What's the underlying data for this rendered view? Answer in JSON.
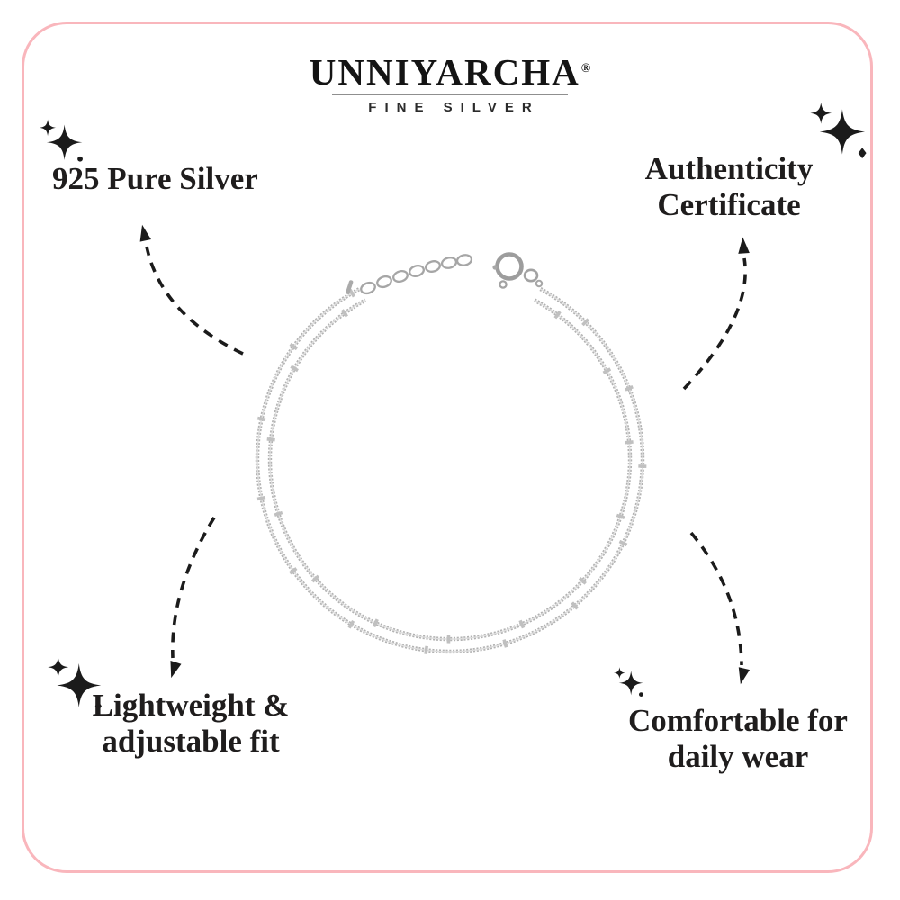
{
  "brand": {
    "name": "UNNIYARCHA",
    "registered_mark": "®",
    "tagline": "FINE SILVER"
  },
  "features": [
    {
      "name": "pure-silver",
      "position": "top-left",
      "lines": [
        "925 Pure Silver"
      ]
    },
    {
      "name": "authenticity-certificate",
      "position": "top-right",
      "lines": [
        "Authenticity",
        "Certificate"
      ]
    },
    {
      "name": "lightweight-adjustable",
      "position": "bottom-left",
      "lines": [
        "Lightweight &",
        "adjustable fit"
      ]
    },
    {
      "name": "comfortable-daily-wear",
      "position": "bottom-right",
      "lines": [
        "Comfortable for",
        "daily wear"
      ]
    }
  ],
  "product": {
    "description": "Double-strand silver satellite bead chain bracelet with spring-ring clasp and extender chain"
  },
  "icons": {
    "sparkle": "four-point-star sparkle"
  },
  "colors": {
    "frame_pink": "#f9b6bc",
    "text_dark": "#1f1d1d",
    "arrow_black": "#1b1b1b",
    "silver_chain": "#b2b2b2"
  }
}
